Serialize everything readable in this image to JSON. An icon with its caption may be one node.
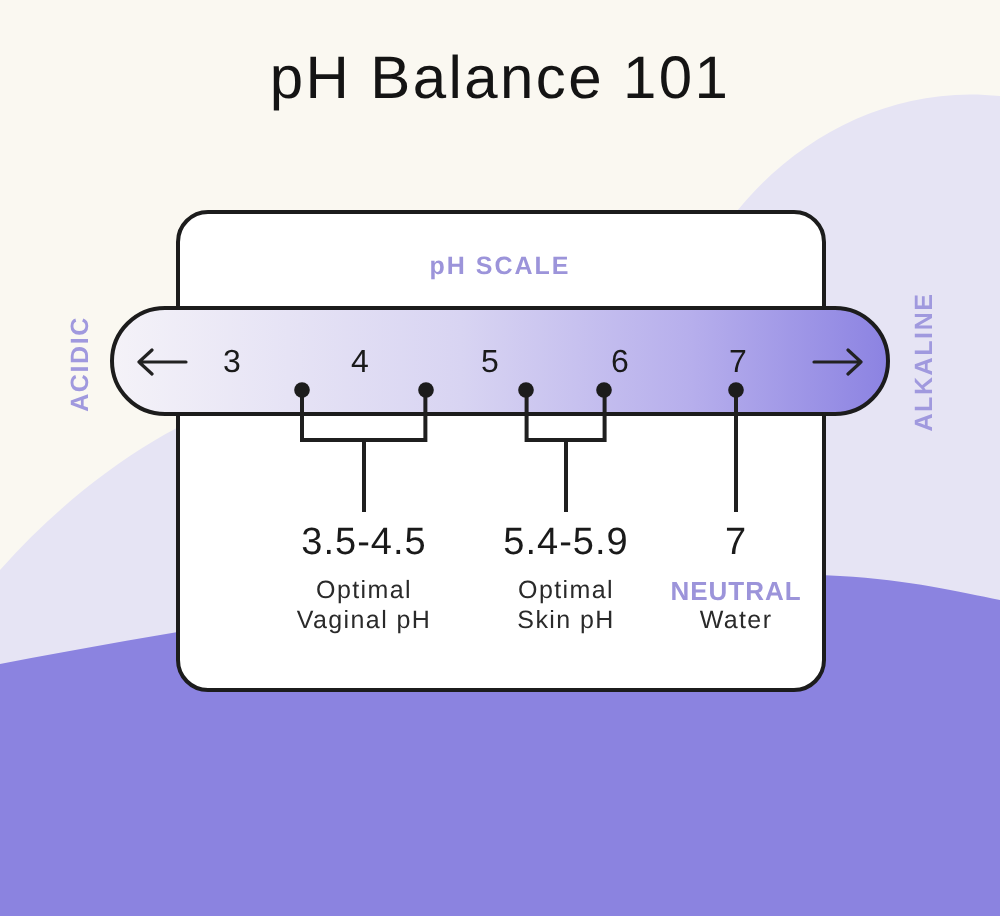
{
  "diagram": {
    "title": "pH Balance 101",
    "nodes": [
      {
        "text": [
          "pH SCALE"
        ]
      },
      {
        "text": [
          "3",
          "4",
          "5",
          "6",
          "7"
        ],
        "beside": [
          "ACIDIC",
          "ALKALINE"
        ]
      },
      {
        "text": [],
        "shape": "circle",
        "in": 1
      },
      {
        "text": [],
        "shape": "circle",
        "in": 1
      },
      {
        "text": [],
        "shape": "circle",
        "in": 1
      },
      {
        "text": [],
        "shape": "circle",
        "in": 1
      },
      {
        "text": [],
        "shape": "circle",
        "in": 1
      },
      {
        "text": [
          "3.5-4.5",
          "Optimal Vaginal pH"
        ],
        "in": 0
      },
      {
        "text": [
          "5.4-5.9",
          "Optimal Skin pH"
        ],
        "in": 0
      },
      {
        "text": [
          "7",
          "NEUTRAL",
          "Water"
        ],
        "in": 0
      }
    ],
    "edges": [
      {
        "from": 7,
        "to": 2,
        "arrow": "none"
      },
      {
        "from": 7,
        "to": 3,
        "arrow": "none"
      },
      {
        "from": 8,
        "to": 4,
        "arrow": "none"
      },
      {
        "from": 8,
        "to": 5,
        "arrow": "none"
      },
      {
        "from": 9,
        "to": 6,
        "arrow": "none"
      }
    ]
  }
}
